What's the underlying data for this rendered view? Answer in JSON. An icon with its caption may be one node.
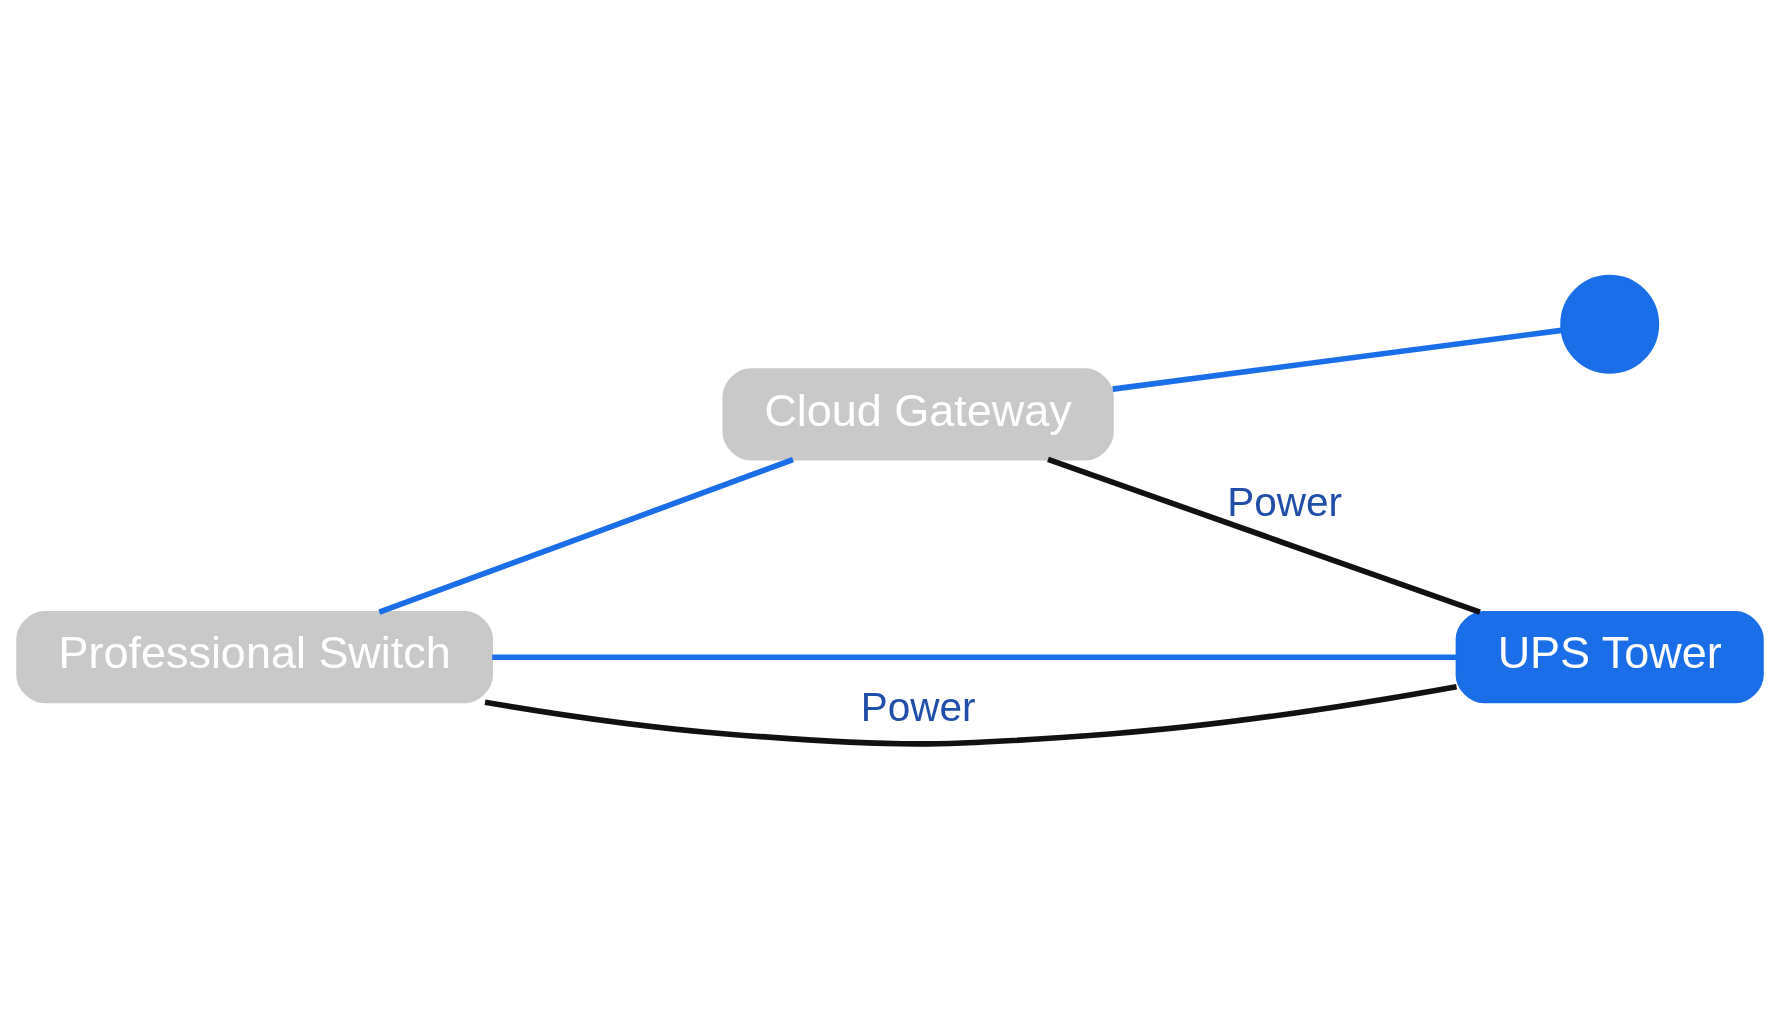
{
  "diagram": {
    "nodes": [
      {
        "text": [
          "Professional Switch"
        ]
      },
      {
        "text": [
          "Cloud Gateway"
        ]
      },
      {
        "text": [
          "UPS Tower"
        ]
      },
      {
        "text": [],
        "shape": "circle"
      }
    ],
    "edges": [
      {
        "from": 0,
        "to": 1,
        "arrow": "none"
      },
      {
        "from": 1,
        "to": 3,
        "arrow": "none"
      },
      {
        "from": 0,
        "to": 2,
        "arrow": "none"
      },
      {
        "from": 0,
        "to": 2,
        "arrow": "none",
        "label": "Power",
        "color": "#111111"
      },
      {
        "from": 1,
        "to": 2,
        "arrow": "none",
        "label": "Power",
        "color": "#111111"
      }
    ]
  }
}
